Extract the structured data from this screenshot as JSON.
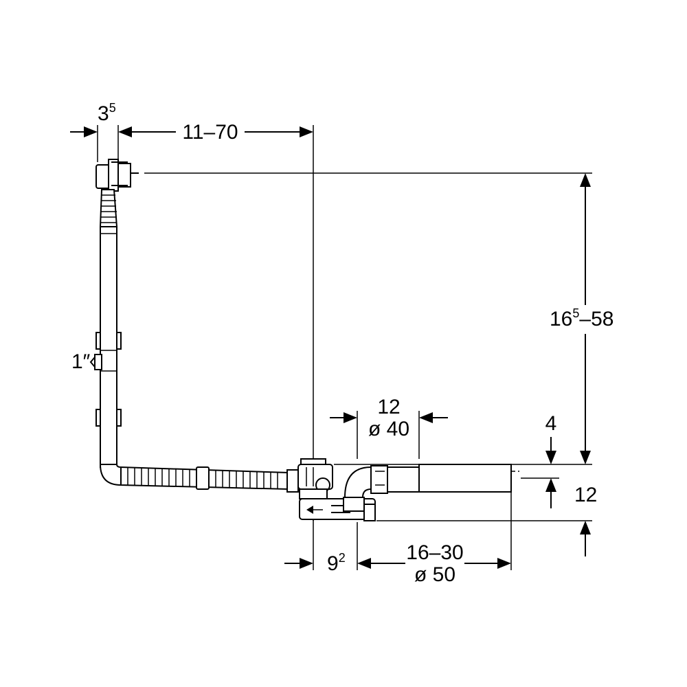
{
  "dimensions": {
    "overflow_offset": {
      "base": "3",
      "sup": "5"
    },
    "overflow_horizontal": "11–70",
    "vertical_range": {
      "base": "16",
      "sup": "5",
      "rest": "–58"
    },
    "thread_size": "1″",
    "pipe_length_top": "12",
    "pipe_diameter_top": "ø 40",
    "drop_top": "4",
    "drop_bottom": "12",
    "waste_offset": {
      "base": "9",
      "sup": "2"
    },
    "outlet_length": "16–30",
    "outlet_diameter": "ø 50"
  }
}
